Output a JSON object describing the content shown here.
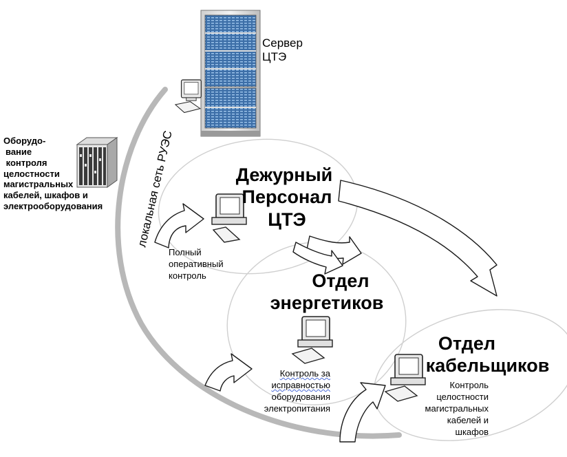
{
  "server": {
    "label_line1": "Сервер",
    "label_line2": "ЦТЭ"
  },
  "network": {
    "label": "локальная сеть РУЭС"
  },
  "equipment": {
    "lines": [
      "Оборудо-",
      "вание",
      " контроля",
      "целостности",
      "магистральных",
      "кабелей, шкафов и",
      "электрооборудования"
    ]
  },
  "duty_staff": {
    "title_lines": [
      "Дежурный",
      "Персонал",
      "ЦТЭ"
    ],
    "control_lines": [
      "Полный",
      "оперативный",
      "контроль"
    ]
  },
  "energy_dept": {
    "title_lines": [
      "Отдел",
      "энергетиков"
    ],
    "control_lines": [
      "Контроль за",
      "исправностью",
      "оборудования",
      "электропитания"
    ]
  },
  "cable_dept": {
    "title_lines": [
      "Отдел",
      "кабельщиков"
    ],
    "control_lines": [
      "Контроль",
      "целостности",
      "магистральных",
      "кабелей и",
      "шкафов"
    ]
  },
  "colors": {
    "network_arc": "#b8b8b8",
    "server_blue": "#5f8fc4",
    "outline": "#1a1a1a"
  },
  "icons": [
    "server-rack-icon",
    "computer-icon",
    "equipment-cabinet-icon",
    "arrow-icon"
  ]
}
